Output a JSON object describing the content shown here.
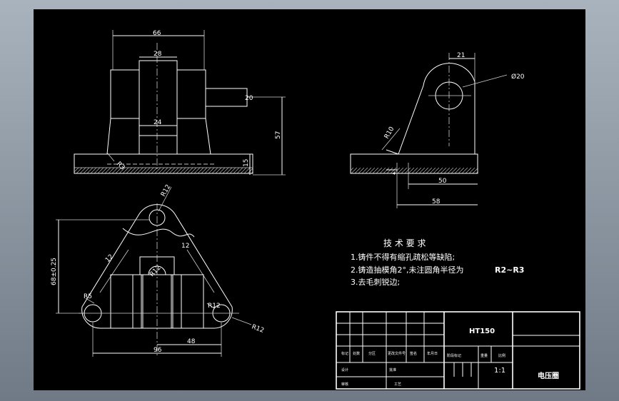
{
  "colors": {
    "background": "#000000",
    "lines": "#ffffff",
    "hatch": "#e0e0e0",
    "window": "#7e8893"
  },
  "front_view": {
    "dim_66": "66",
    "dim_28": "28",
    "dim_20": "20",
    "dim_24": "24",
    "dim_57": "57",
    "dim_15": "15",
    "dim_r3": "R3"
  },
  "side_view": {
    "dim_21": "21",
    "dim_phi20": "Ø20",
    "dim_r10": "R10",
    "dim_50": "50",
    "dim_58": "58",
    "dim_small": "4"
  },
  "top_view": {
    "dim_r12_top": "R12",
    "dim_68": "68±0.25",
    "dim_12a": "12",
    "dim_12b": "12",
    "dim_r12_mid": "R12",
    "dim_r5": "R5",
    "dim_r12_right": "R12",
    "dim_r12_edge": "R12",
    "dim_48": "48",
    "dim_96": "96"
  },
  "tech_notes": {
    "title": "技 术 要 求",
    "line1": "1.铸件不得有缩孔疏松等缺陷;",
    "line2": "2.铸造抽模角2°,未注圆角半径为",
    "line2_bold": "R2~R3",
    "line3": "3.去毛刺锐边;"
  },
  "title_block": {
    "material": "HT150",
    "scale": "1:1",
    "part_name": "电压圈",
    "cells": [
      "标记",
      "处数",
      "分区",
      "更改文件号",
      "签名",
      "年月日",
      "阶段标记",
      "重量",
      "比例",
      "设计",
      "审核",
      "工艺",
      "批准"
    ]
  }
}
